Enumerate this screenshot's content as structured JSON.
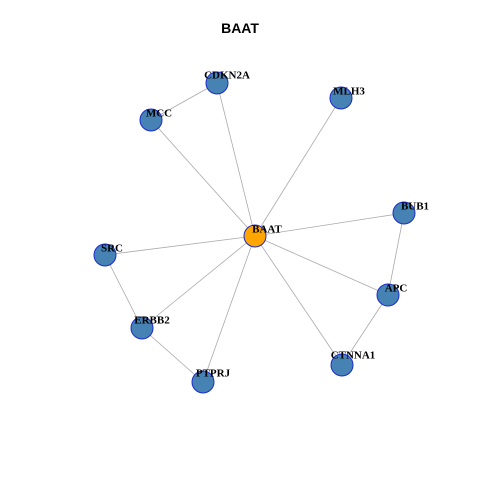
{
  "title": "BAAT",
  "colors": {
    "center_node": "#FFA500",
    "neighbor_node": "#4682B4",
    "node_border": "#1C2BCC",
    "edge": "#AAAAAA"
  },
  "center": "BAAT",
  "nodes": [
    {
      "id": "BAAT"
    },
    {
      "id": "CDKN2A"
    },
    {
      "id": "MLH3"
    },
    {
      "id": "MCC"
    },
    {
      "id": "BUB1"
    },
    {
      "id": "SRC"
    },
    {
      "id": "APC"
    },
    {
      "id": "ERBB2"
    },
    {
      "id": "CTNNA1"
    },
    {
      "id": "PTPRJ"
    }
  ],
  "edges": [
    [
      "BAAT",
      "CDKN2A"
    ],
    [
      "BAAT",
      "MLH3"
    ],
    [
      "BAAT",
      "MCC"
    ],
    [
      "BAAT",
      "BUB1"
    ],
    [
      "BAAT",
      "SRC"
    ],
    [
      "BAAT",
      "APC"
    ],
    [
      "BAAT",
      "ERBB2"
    ],
    [
      "BAAT",
      "CTNNA1"
    ],
    [
      "BAAT",
      "PTPRJ"
    ],
    [
      "MCC",
      "CDKN2A"
    ],
    [
      "BUB1",
      "APC"
    ],
    [
      "APC",
      "CTNNA1"
    ],
    [
      "SRC",
      "ERBB2"
    ],
    [
      "ERBB2",
      "PTPRJ"
    ]
  ]
}
